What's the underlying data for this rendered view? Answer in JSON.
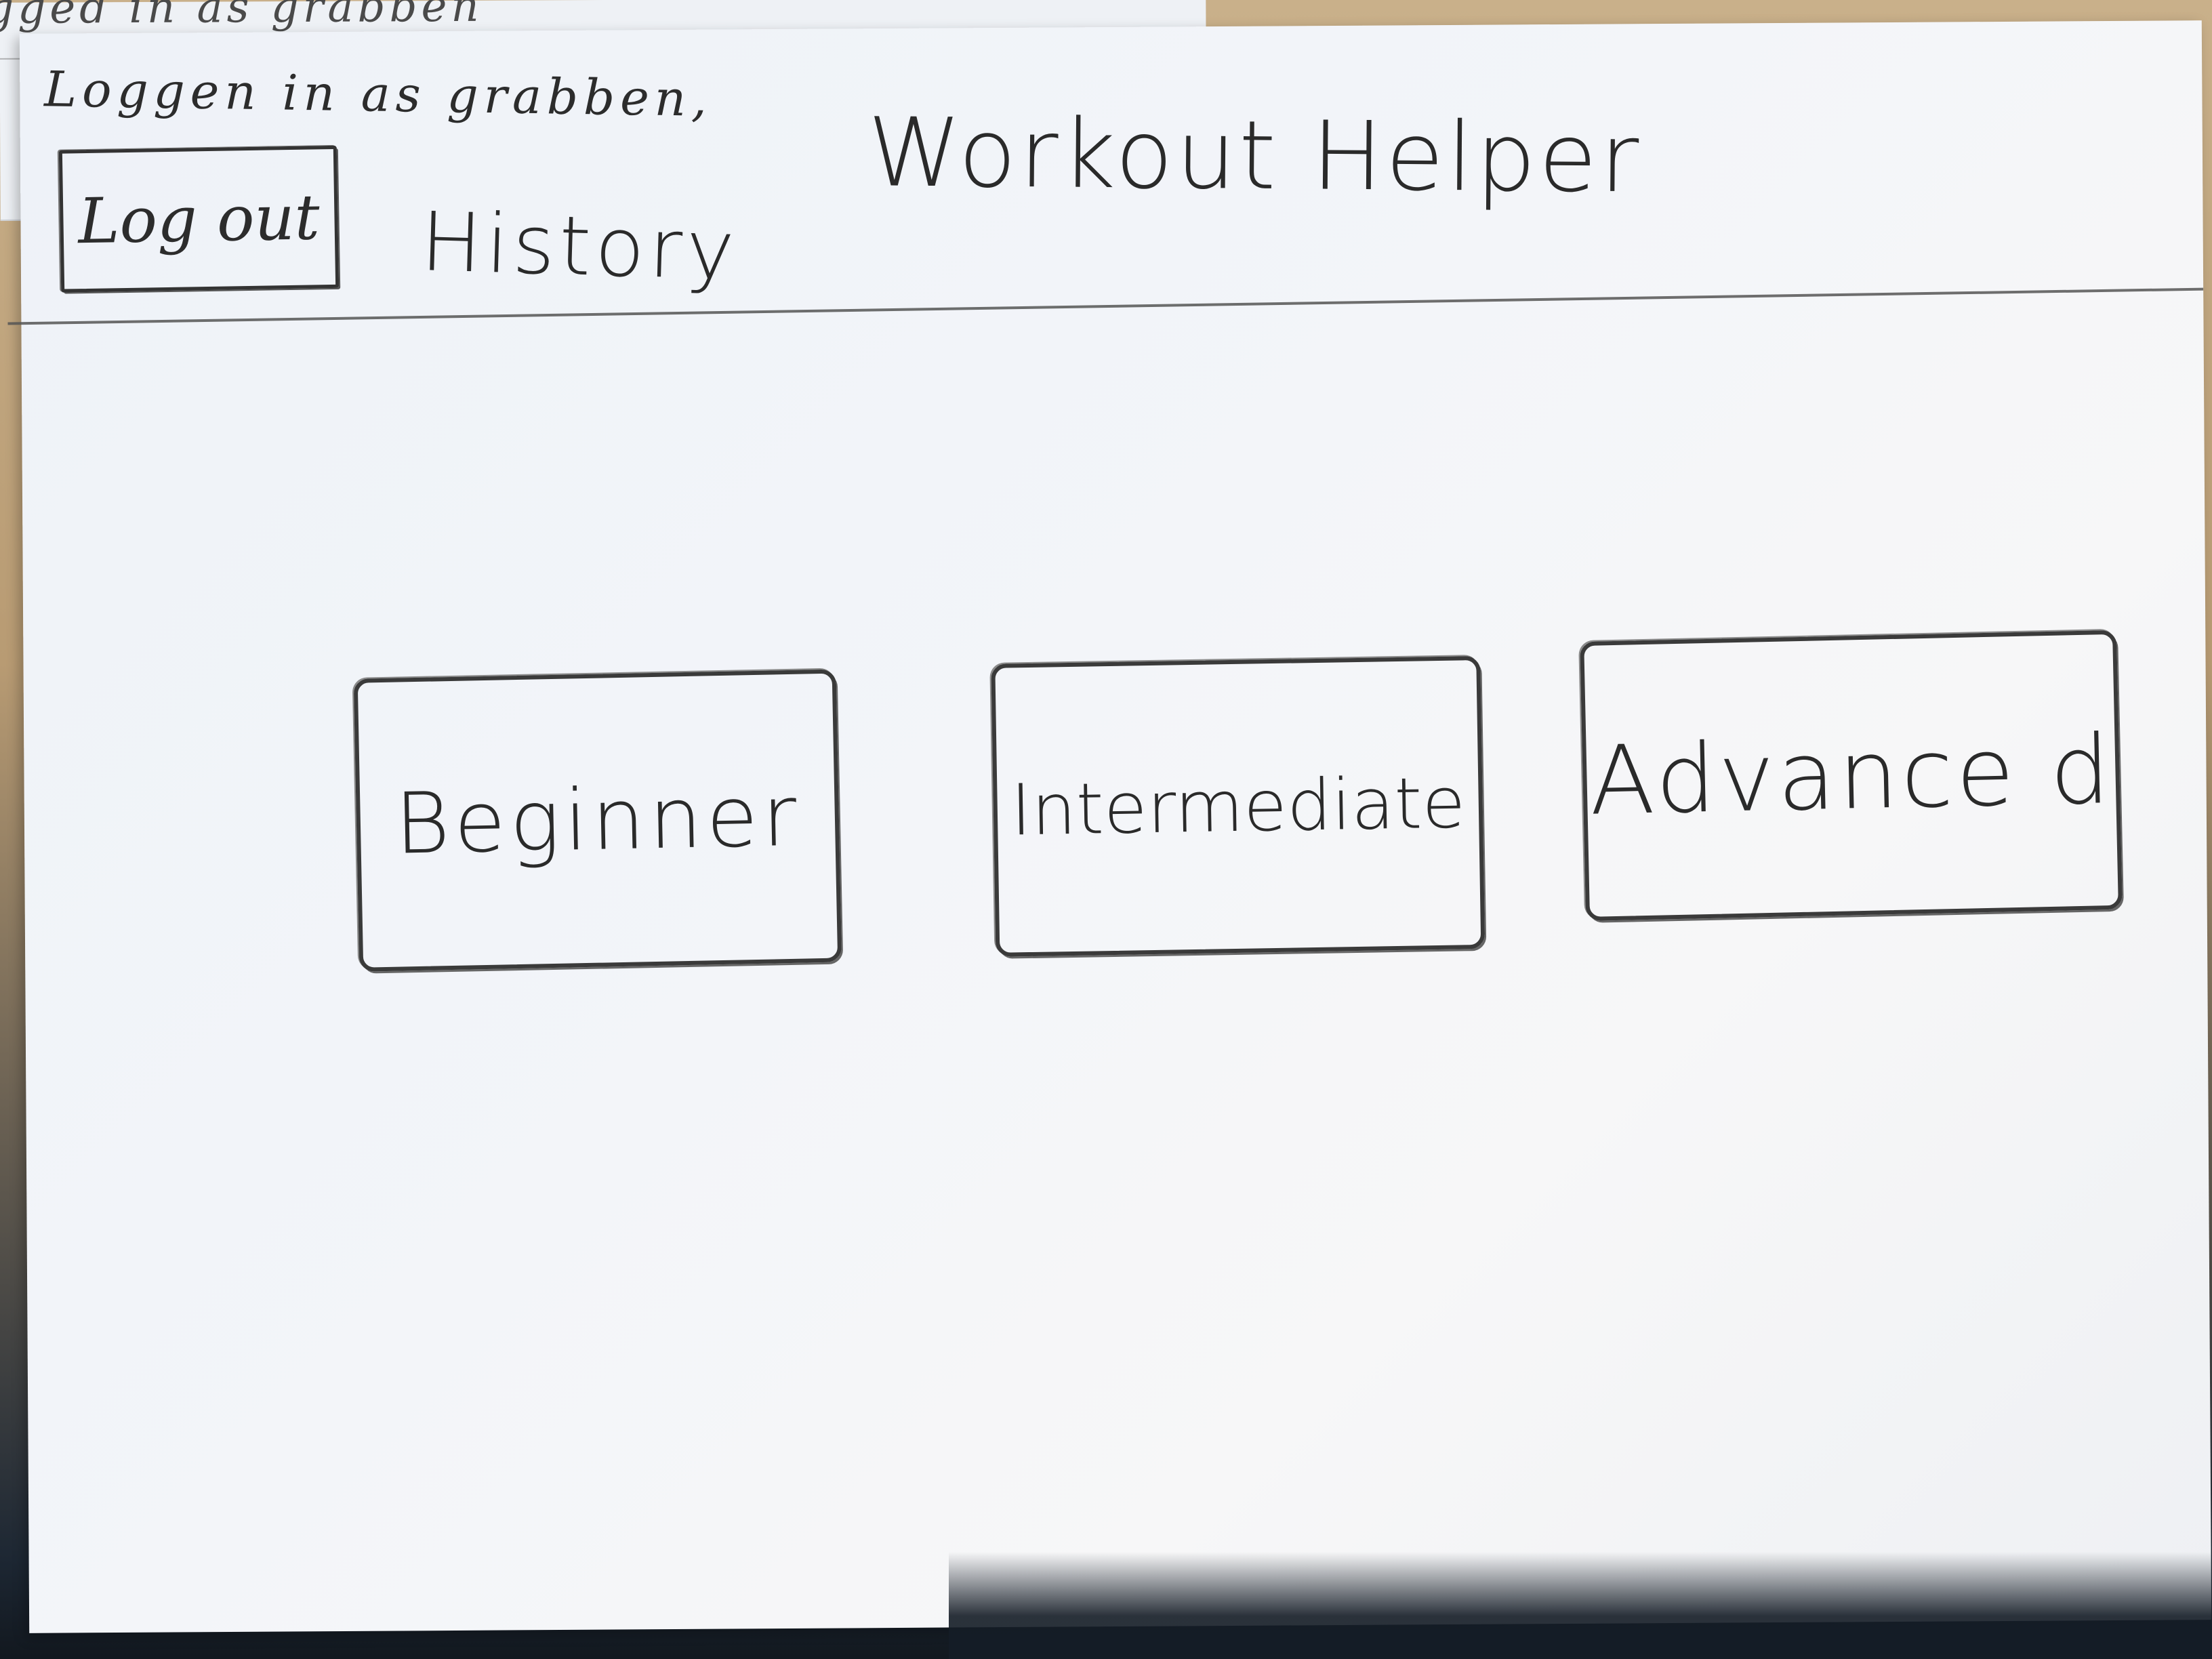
{
  "under_sheet": {
    "text": "gged in as grabben"
  },
  "header": {
    "logged_in_text": "Loggen in as grabben,",
    "title": "Workout Helper",
    "logout_label": "Log out",
    "history_label": "History"
  },
  "levels": {
    "beginner": "Beginner",
    "intermediate": "Intermediate",
    "advanced": "Advance d"
  }
}
